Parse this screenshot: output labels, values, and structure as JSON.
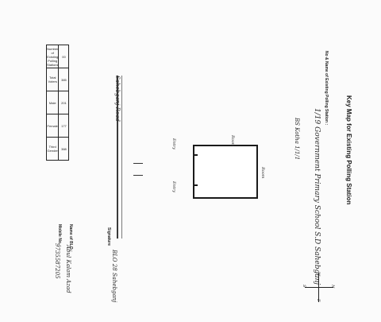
{
  "document": {
    "title": "Key Map for Existing Polling Station",
    "subtitle": "No & Name of Existing Polling Station :",
    "station_handwritten": "1/19 Government Primary School S.D Sahebganj",
    "sub_handwritten": "BS Kotha 1/1/1",
    "table": {
      "headers": [
        "Number of Existing Polling Stations",
        "Total Voters",
        "Male",
        "Female",
        "Third Gender"
      ],
      "values": [
        "00",
        "385",
        "201",
        "177",
        "388"
      ]
    },
    "map_labels": {
      "road_label": "Sahebganj Road",
      "entry_top": "Entry",
      "entry_bottom": "Entry",
      "room_left": "Room",
      "room_right": "Room"
    },
    "compass": {
      "north": "N",
      "south": "S",
      "east": "E",
      "west": "W"
    },
    "footer": {
      "signature_label": "Signature",
      "blo_label": "Name of BLO :",
      "blo_name": "Abul Kalam Azad",
      "mobile_label": "Mobile No. :",
      "mobile_number": "9735587205",
      "designation": "BLO 28 Sahebganj"
    }
  }
}
